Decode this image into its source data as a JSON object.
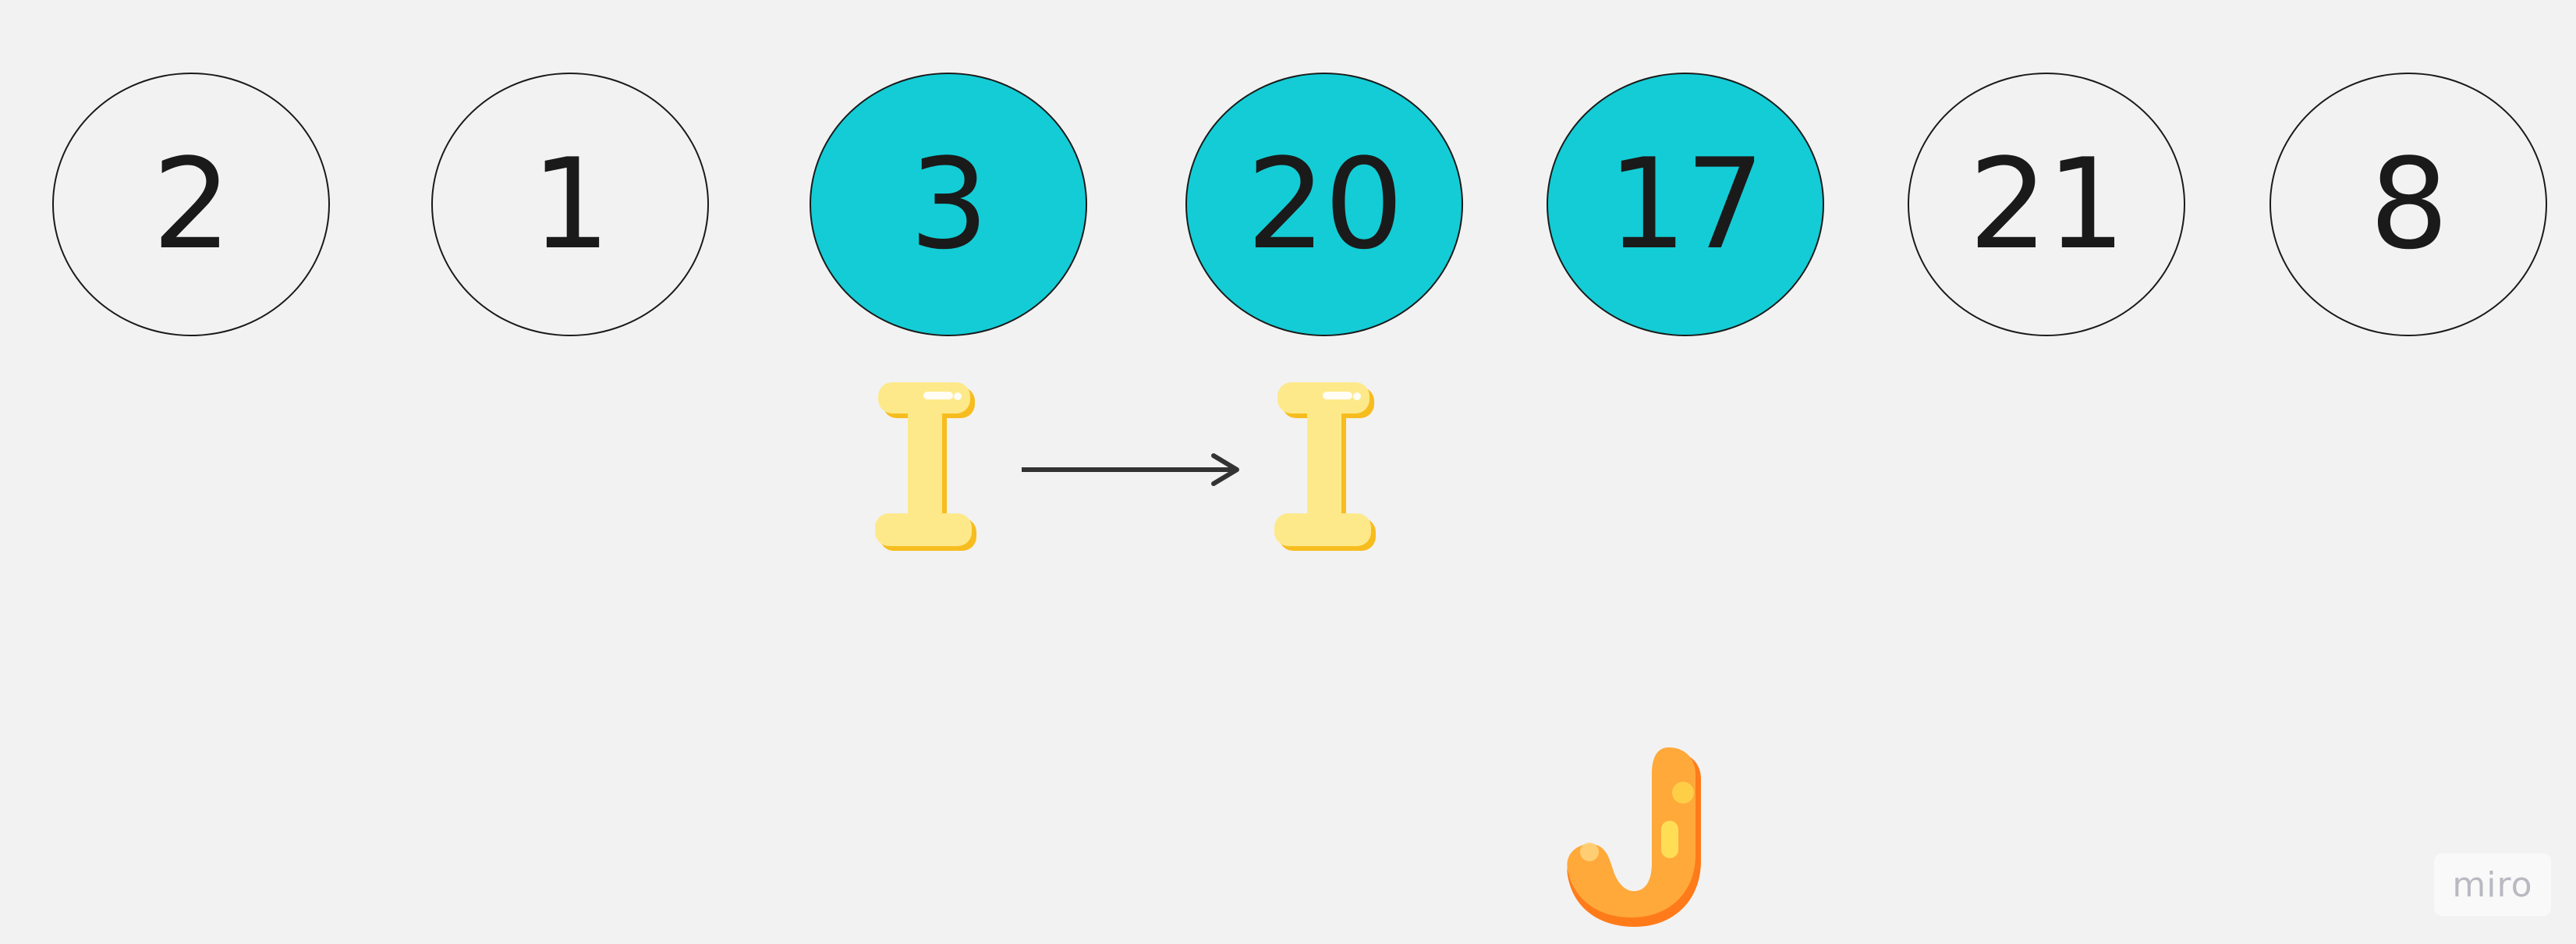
{
  "board": {
    "watermark": "miro"
  },
  "colors": {
    "highlight_fill": "#14ccd5",
    "node_stroke": "#1a1a1a",
    "text": "#1a1a1a",
    "pointer_i_main": "#fde98a",
    "pointer_i_shadow": "#f7bd1f",
    "pointer_j_main": "#ffa93a",
    "pointer_j_shadow": "#ff7b1a",
    "arrow": "#333333"
  },
  "array": {
    "nodes": [
      {
        "label": "2",
        "highlighted": false
      },
      {
        "label": "1",
        "highlighted": false
      },
      {
        "label": "3",
        "highlighted": true
      },
      {
        "label": "20",
        "highlighted": true
      },
      {
        "label": "17",
        "highlighted": true
      },
      {
        "label": "21",
        "highlighted": false
      },
      {
        "label": "8",
        "highlighted": false
      }
    ]
  },
  "pointers": [
    {
      "name": "i",
      "icon": "letter-i-sticker-icon",
      "under_index": 2
    },
    {
      "name": "i",
      "icon": "letter-i-sticker-icon",
      "under_index": 3
    },
    {
      "name": "j",
      "icon": "letter-j-sticker-icon",
      "under_index": 4
    }
  ],
  "connector": {
    "icon": "right-arrow-icon",
    "from_pointer": 0,
    "to_pointer": 1
  }
}
